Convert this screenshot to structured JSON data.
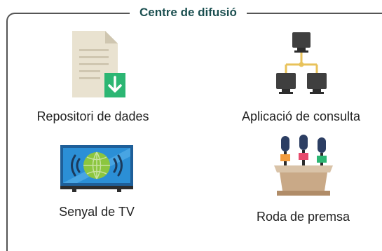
{
  "group": {
    "title": "Centre de difusió"
  },
  "items": [
    {
      "label": "Repositori de dades",
      "icon": "document-download-icon"
    },
    {
      "label": "Aplicació de consulta",
      "icon": "network-computers-icon"
    },
    {
      "label": "Senyal de TV",
      "icon": "tv-broadcast-icon"
    },
    {
      "label": "Roda de premsa",
      "icon": "press-conference-icon"
    }
  ],
  "colors": {
    "border": "#555555",
    "title": "#1b4f50",
    "accent_green": "#2cb673",
    "accent_gold": "#e8c25a",
    "tv_blue": "#1e7ec6"
  }
}
